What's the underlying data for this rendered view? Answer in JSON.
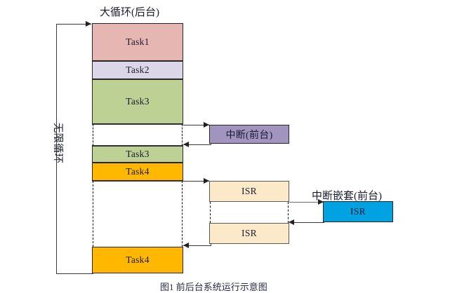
{
  "diagram": {
    "title_main_loop": "大循环(后台)",
    "title_nested_interrupt": "中断嵌套(前台)",
    "loop_label": "无限循环",
    "bottom_caption": "图1  前后台系统运行示意图",
    "colors": {
      "task1": "#e6b7b2",
      "task2": "#dcd7e8",
      "task3": "#bed194",
      "task4": "#ffb700",
      "interrupt": "#a195c0",
      "isr": "#fbe9c8",
      "nested_isr": "#00a2e2",
      "outline": "#262626"
    },
    "main_column": [
      {
        "label": "Task1",
        "kind": "task1"
      },
      {
        "label": "Task2",
        "kind": "task2"
      },
      {
        "label": "Task3",
        "kind": "task3"
      },
      {
        "label": "",
        "kind": "idle"
      },
      {
        "label": "Task3",
        "kind": "task3"
      },
      {
        "label": "Task4",
        "kind": "task4"
      },
      {
        "label": "",
        "kind": "idle"
      },
      {
        "label": "Task4",
        "kind": "task4"
      }
    ],
    "interrupt_box": {
      "label": "中断(前台)"
    },
    "isr_boxes": [
      {
        "label": "ISR"
      },
      {
        "label": "ISR"
      }
    ],
    "nested_isr_box": {
      "label": "ISR"
    }
  }
}
